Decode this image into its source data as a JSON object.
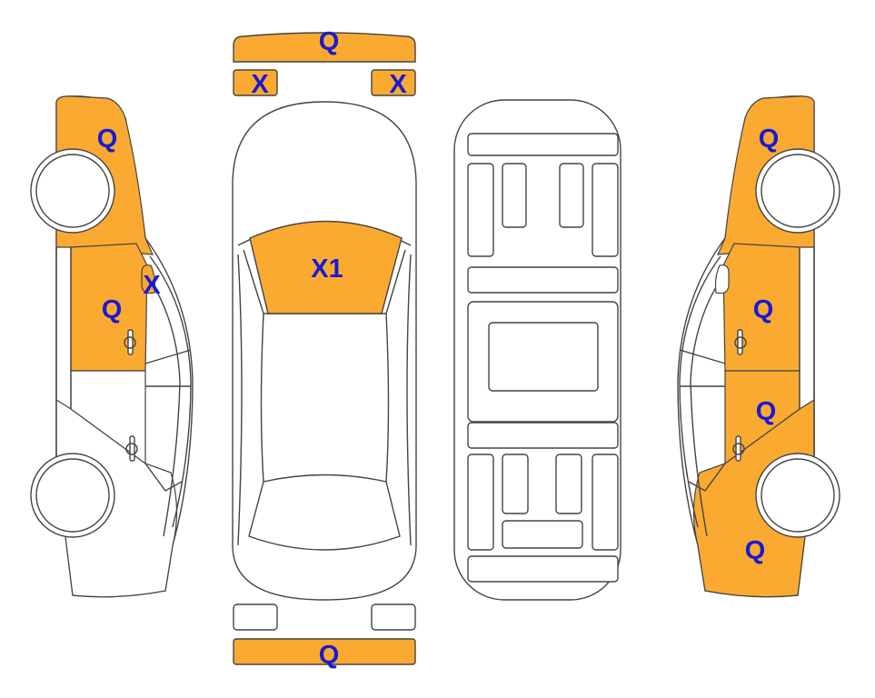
{
  "colors": {
    "damaged": "#FBAA31",
    "undamaged": "#FFFFFF",
    "outline": "#444444",
    "label": "#1A1AD2"
  },
  "front_view": {
    "front_bumper": {
      "label": "Q",
      "damaged": true
    },
    "left_headlight": {
      "label": "X",
      "damaged": true
    },
    "right_headlight": {
      "label": "X",
      "damaged": true
    }
  },
  "top_view": {
    "windshield": {
      "label": "X1",
      "damaged": true
    }
  },
  "left_side": {
    "front_fender": {
      "label": "Q",
      "damaged": true
    },
    "mirror": {
      "label": "X",
      "damaged": true
    },
    "front_door": {
      "label": "Q",
      "damaged": true
    },
    "rear_door": {
      "damaged": false
    },
    "rear_quarter": {
      "damaged": false
    }
  },
  "right_side": {
    "front_fender": {
      "label": "Q",
      "damaged": true
    },
    "mirror": {
      "damaged": false
    },
    "front_door": {
      "label": "Q",
      "damaged": true
    },
    "rear_door": {
      "label": "Q",
      "damaged": true
    },
    "rear_quarter": {
      "label": "Q",
      "damaged": true
    }
  },
  "rear_view": {
    "rear_bumper": {
      "label": "Q",
      "damaged": true
    },
    "left_taillight": {
      "damaged": false
    },
    "right_taillight": {
      "damaged": false
    }
  }
}
